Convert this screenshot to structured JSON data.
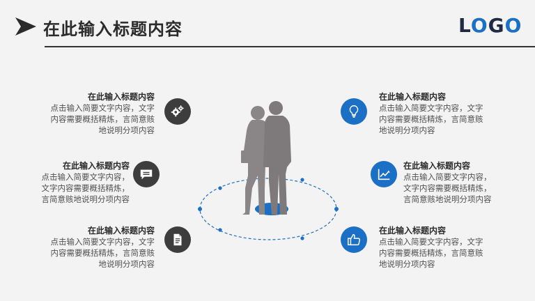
{
  "header": {
    "title": "在此输入标题内容"
  },
  "logo": {
    "l": "L",
    "o": "O",
    "g": "G",
    "o2": "O"
  },
  "items": [
    {
      "title": "在此输入标题内容",
      "line1": "点击输入简要文字内容，文字",
      "line2": "内容需要概括精炼，言简意赅",
      "line3": "地说明分项内容",
      "icon": "gears-icon"
    },
    {
      "title": "在此输入标题内容",
      "line1": "点击输入简要文字内容，",
      "line2": "文字内容需要概括精炼，",
      "line3": "言简意赅地说明分项内容",
      "icon": "chat-bubble-icon"
    },
    {
      "title": "在此输入标题内容",
      "line1": "点击输入简要文字内容，文字",
      "line2": "内容需要概括精炼，言简意赅",
      "line3": "地说明分项内容",
      "icon": "document-icon"
    },
    {
      "title": "在此输入标题内容",
      "line1": "点击输入简要文字内容，文字",
      "line2": "内容需要概括精炼，言简意赅",
      "line3": "地说明分项内容",
      "icon": "lightbulb-icon"
    },
    {
      "title": "在此输入标题内容",
      "line1": "点击输入简要文字内容，",
      "line2": "文字内容需要概括精炼，",
      "line3": "言简意赅地说明分项内容",
      "icon": "line-chart-icon"
    },
    {
      "title": "在此输入标题内容",
      "line1": "点击输入简要文字内容，文字",
      "line2": "内容需要概括精炼，言简意赅",
      "line3": "地说明分项内容",
      "icon": "thumbs-up-icon"
    }
  ],
  "colors": {
    "accent": "#1b6fc4",
    "dark": "#3d3d3d",
    "silhouette": "#8a8586"
  }
}
